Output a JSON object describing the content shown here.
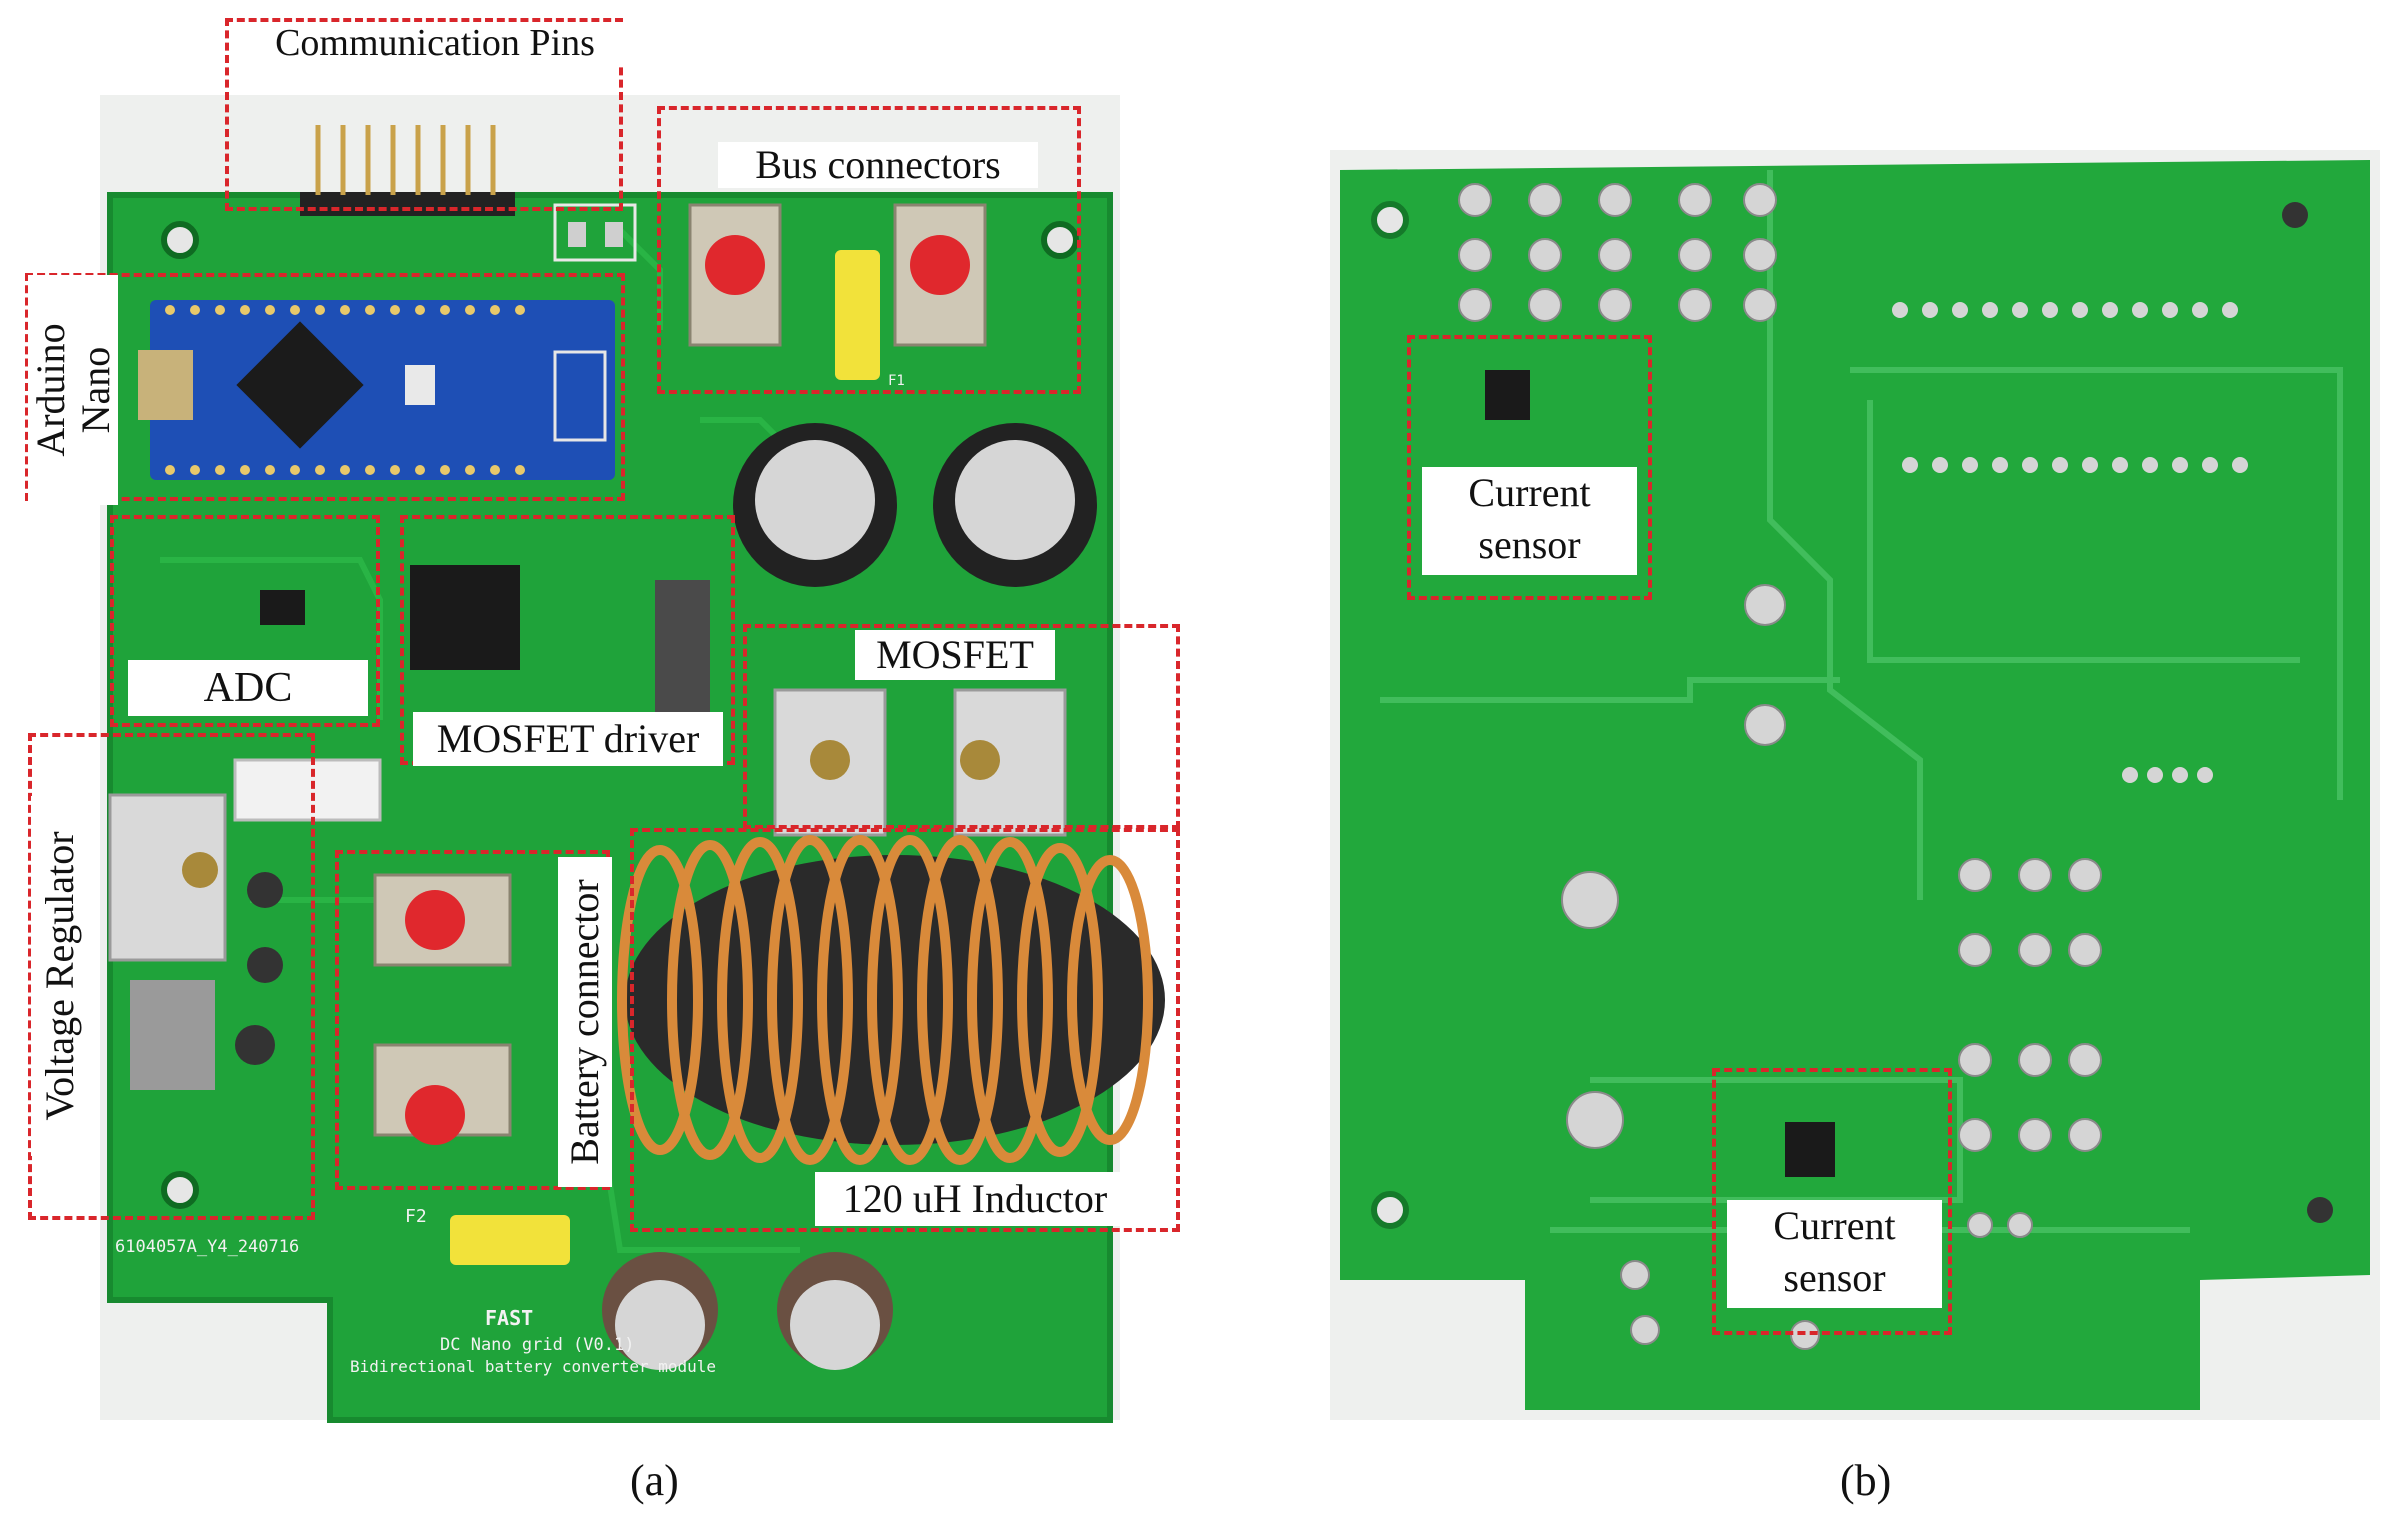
{
  "panel_a": {
    "caption": "(a)",
    "labels": {
      "communication_pins": "Communication Pins",
      "bus_connectors": "Bus connectors",
      "arduino_nano": "Arduino\nNano",
      "adc": "ADC",
      "mosfet_driver": "MOSFET driver",
      "mosfet": "MOSFET",
      "voltage_regulator": "Voltage Regulator",
      "battery_connector": "Battery connector",
      "inductor": "120 uH Inductor"
    },
    "silkscreen": {
      "board_id": "6104057A_Y4_240716",
      "brand": "FAST",
      "title": "DC Nano grid (V0.1)",
      "subtitle": "Bidirectional battery converter module",
      "fuse1": "F1",
      "fuse2": "F2"
    }
  },
  "panel_b": {
    "caption": "(b)",
    "labels": {
      "current_sensor_top": "Current\nsensor",
      "current_sensor_bottom": "Current\nsensor"
    }
  },
  "colors": {
    "pcb": "#1fa33a",
    "pcb_dark": "#178a2f",
    "annotation": "#d9262b",
    "copper": "#d98a3a",
    "arduino": "#1e4fb5"
  }
}
